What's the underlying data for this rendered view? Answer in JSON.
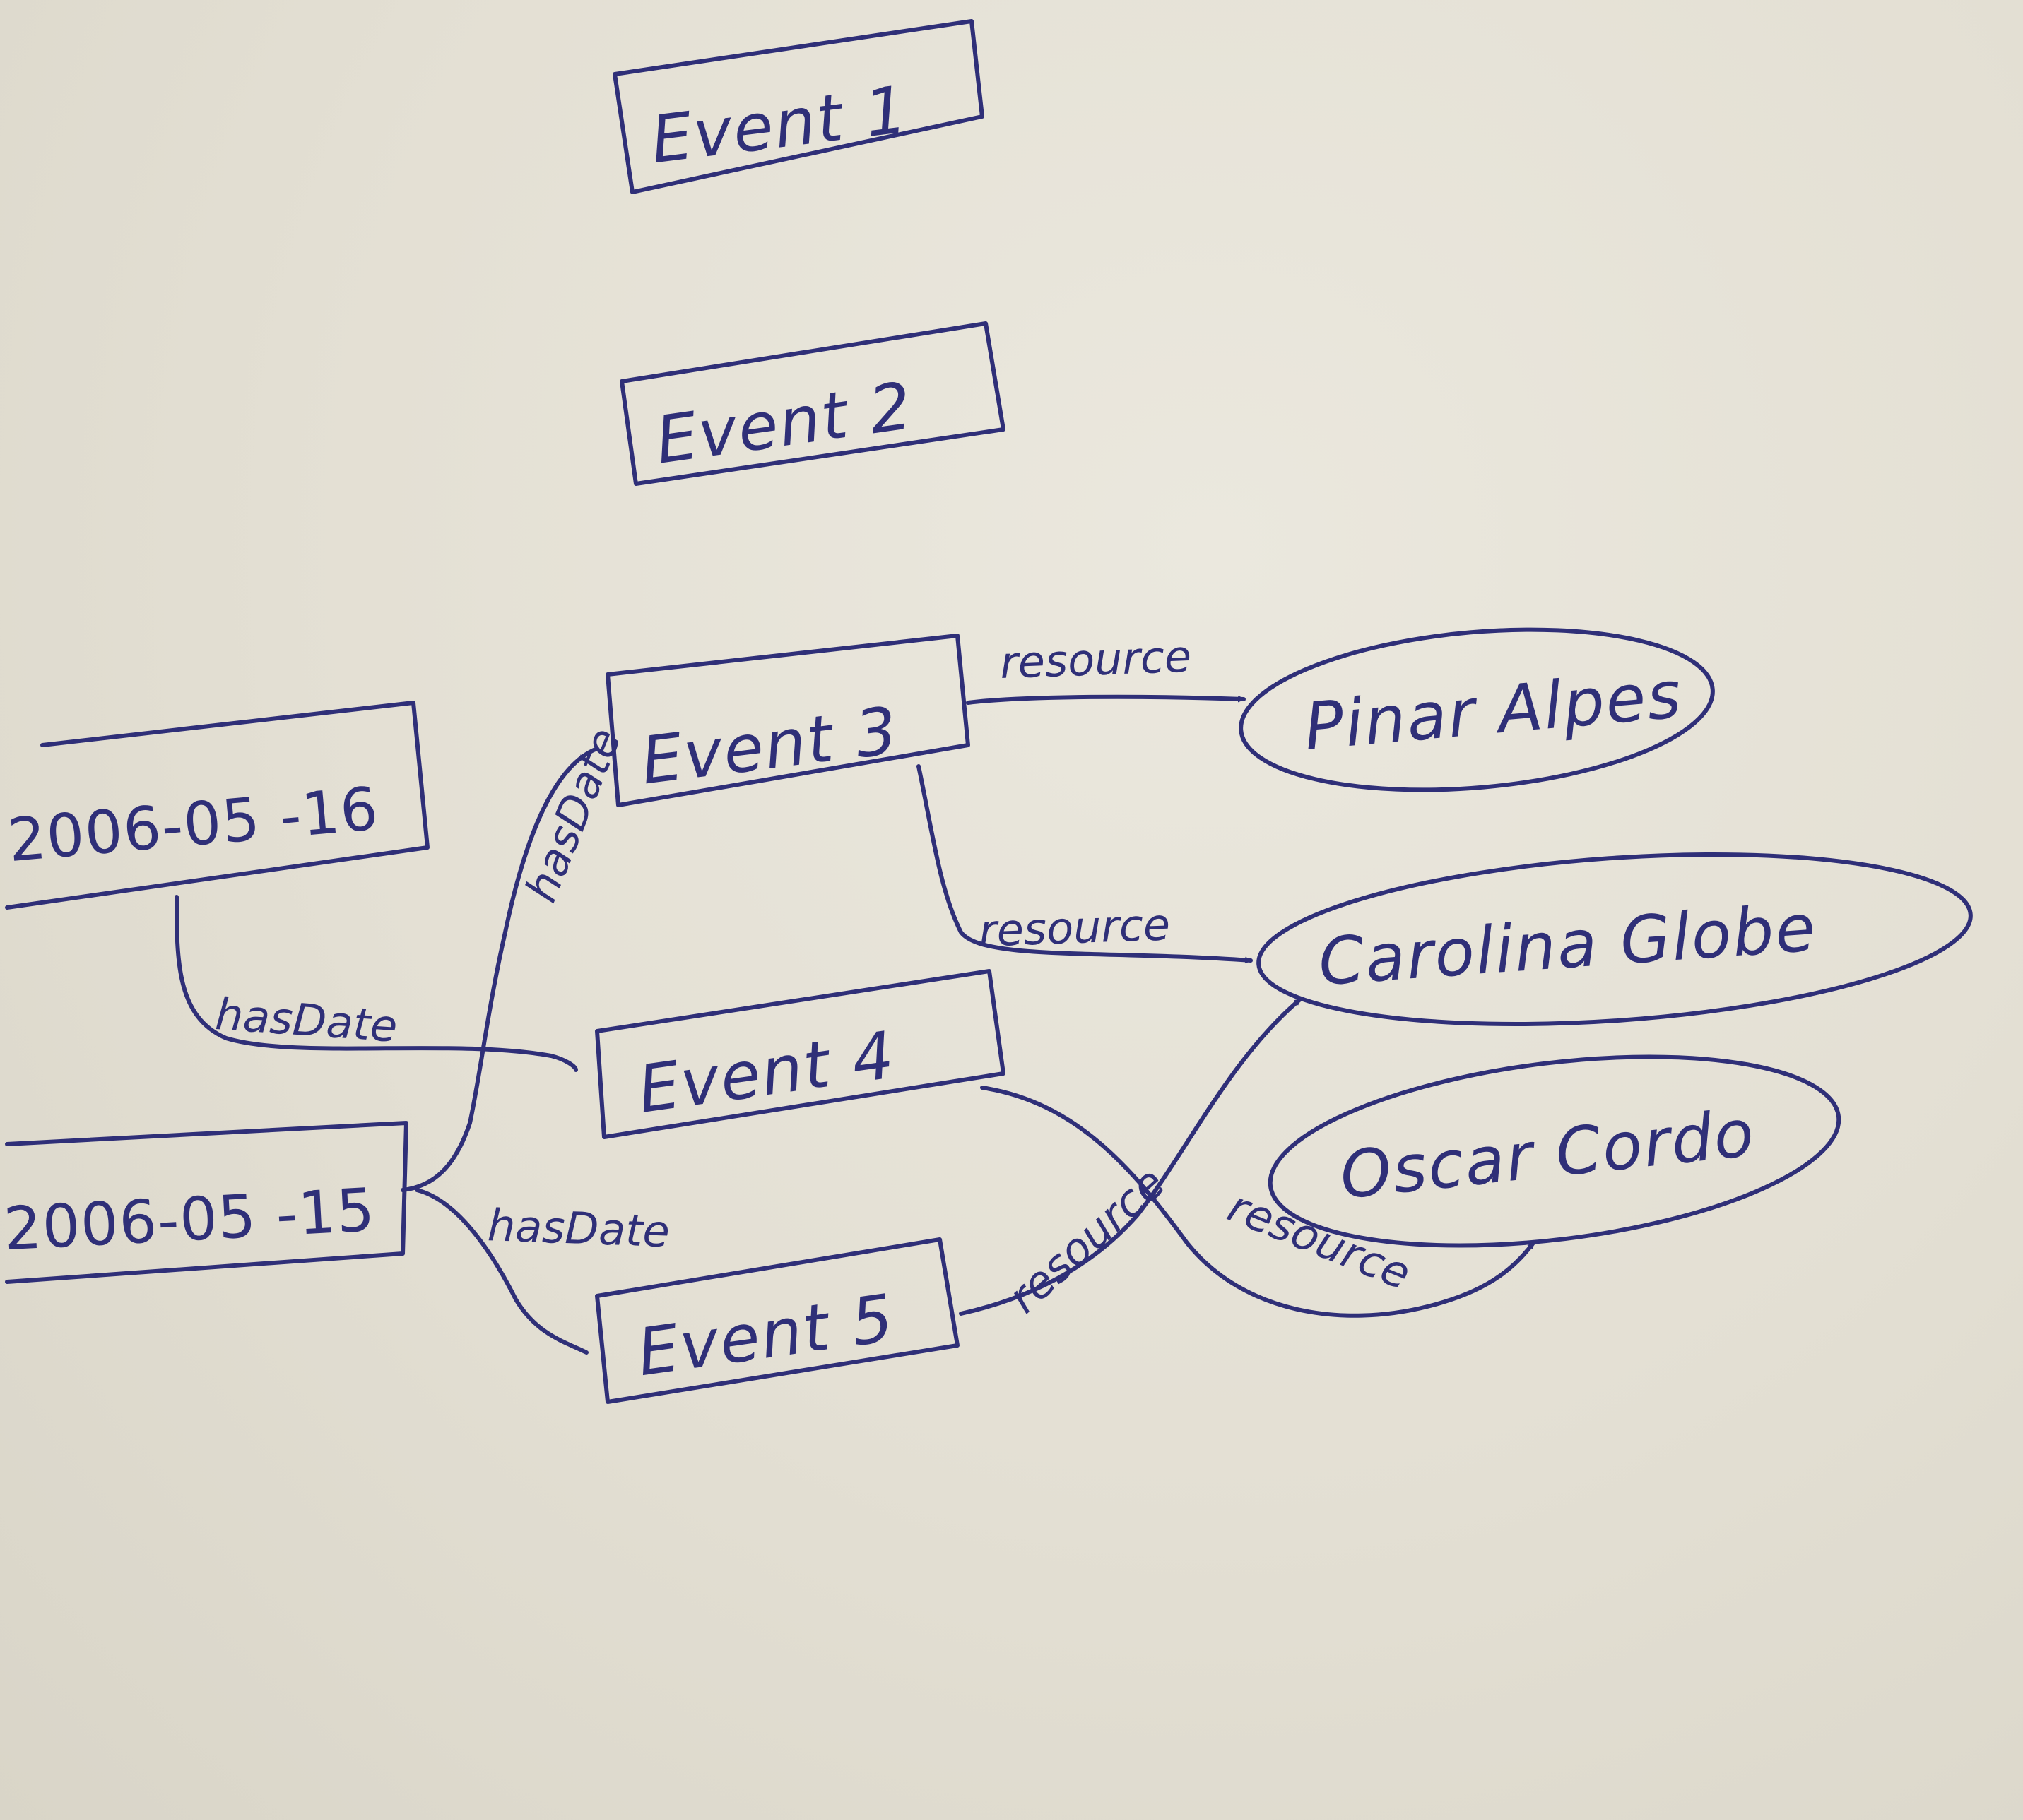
{
  "diagram": {
    "ink_color": "#2f2f78",
    "paper_color": "#e6e2d6",
    "nodes": {
      "event1": "Event 1",
      "event2": "Event 2",
      "event3": "Event 3",
      "event4": "Event 4",
      "event5": "Event 5",
      "date16": "2006-05 -16",
      "date15": "2006-05 -15",
      "pinar": "Pinar Alpes",
      "carolina": "Carolina Globe",
      "oscar": "Oscar Cordo"
    },
    "edges": {
      "e3_date16": "hasDate",
      "e4_date16": "hasDate",
      "e5_date15": "hasDate",
      "e3_pinar": "resource",
      "e3_carolina": "resource",
      "e5_carolina": "resource",
      "e4_oscar": "resource"
    }
  }
}
